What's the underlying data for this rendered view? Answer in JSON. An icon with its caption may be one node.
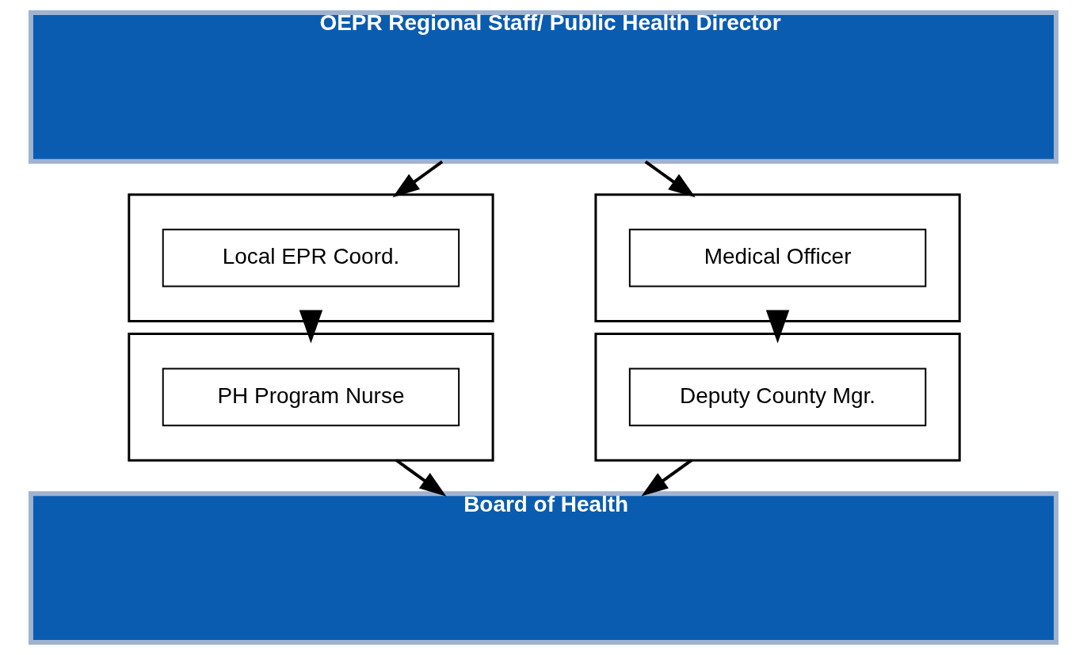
{
  "diagram": {
    "nodes": [
      {
        "text": [
          "OEPR Regional Staff/ Public Health Director"
        ]
      },
      {
        "text": [],
        "shape": "box"
      },
      {
        "text": [
          "Local EPR Coord."
        ],
        "in": 1
      },
      {
        "text": [],
        "shape": "box"
      },
      {
        "text": [
          "PH Program Nurse"
        ],
        "in": 3
      },
      {
        "text": [],
        "shape": "box"
      },
      {
        "text": [
          "Medical Officer"
        ],
        "in": 5
      },
      {
        "text": [],
        "shape": "box"
      },
      {
        "text": [
          "Deputy County Mgr."
        ],
        "in": 7
      },
      {
        "text": [
          "Board of Health"
        ]
      }
    ],
    "edges": [
      {
        "from": 0,
        "to": 1,
        "arrow": "to"
      },
      {
        "from": 0,
        "to": 5,
        "arrow": "to"
      },
      {
        "from": 1,
        "to": 3,
        "arrow": "to",
        "style": "thick"
      },
      {
        "from": 5,
        "to": 7,
        "arrow": "to",
        "style": "thick"
      },
      {
        "from": 3,
        "to": 9,
        "arrow": "to"
      },
      {
        "from": 7,
        "to": 9,
        "arrow": "to"
      }
    ]
  }
}
